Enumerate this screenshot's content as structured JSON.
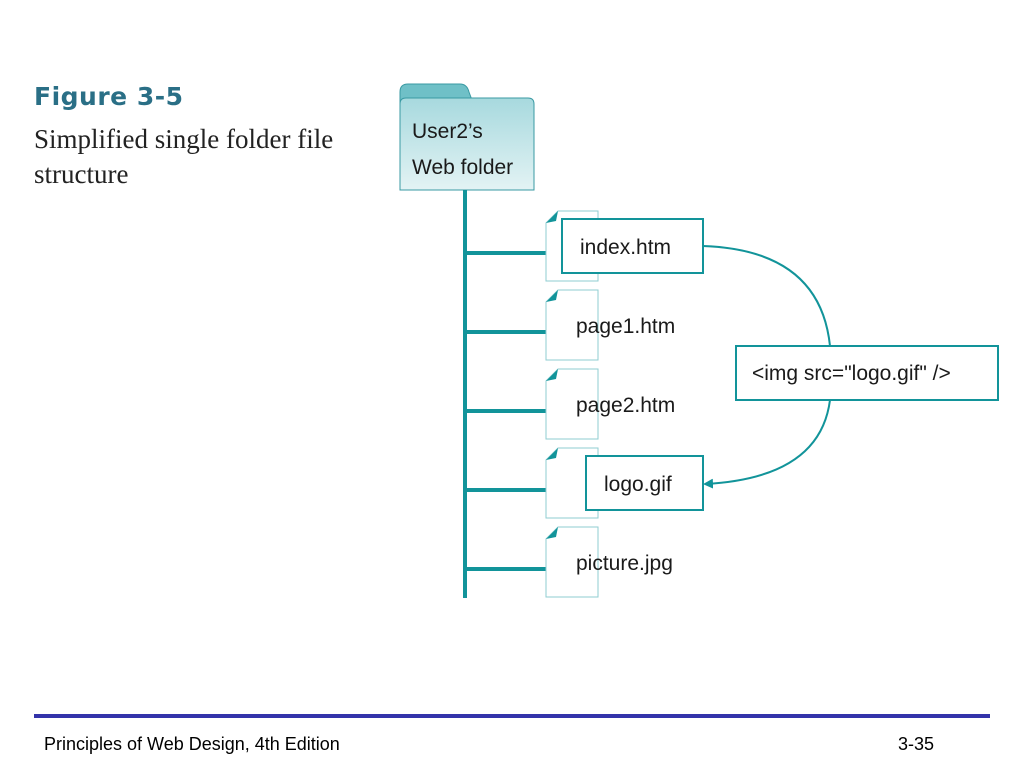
{
  "figure": {
    "label": "Figure 3-5",
    "caption": "Simplified single folder file structure"
  },
  "diagram": {
    "folder": {
      "line1": "User2’s",
      "line2": "Web folder"
    },
    "files": [
      {
        "name": "index.htm",
        "boxed": true
      },
      {
        "name": "page1.htm",
        "boxed": false
      },
      {
        "name": "page2.htm",
        "boxed": false
      },
      {
        "name": "logo.gif",
        "boxed": true
      },
      {
        "name": "picture.jpg",
        "boxed": false
      }
    ],
    "code_callout": "<img src=\"logo.gif\" />",
    "colors": {
      "accent": "#12949a",
      "folder_top": "#a7d9de",
      "folder_bottom": "#e3f3f4"
    }
  },
  "footer": {
    "title": "Principles of Web Design, 4th Edition",
    "page": "3-35"
  }
}
